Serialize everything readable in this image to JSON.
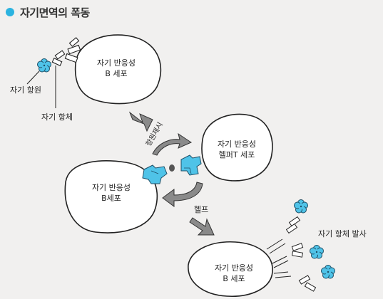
{
  "header": {
    "title": "자기면역의 폭동"
  },
  "labels": {
    "self_antigen": "자기 항원",
    "self_antibody": "자기 항체",
    "cell1_line1": "자기 반응성",
    "cell1_line2": "B 세포",
    "antigen_presentation": "항원제시",
    "cell2_line1": "자기 반응성",
    "cell2_line2": "헬퍼T 세포",
    "cell3_line1": "자기 반응성",
    "cell3_line2": "B세포",
    "help": "헬프",
    "antibody_release": "자기 항체 발사",
    "cell4_line1": "자기 반응성",
    "cell4_line2": "B 세포"
  },
  "colors": {
    "accent": "#2bb3e0",
    "antigen": "#4fc3e8",
    "arrow": "#8a8a8a",
    "cell_fill": "#ffffff",
    "outline": "#222222"
  }
}
